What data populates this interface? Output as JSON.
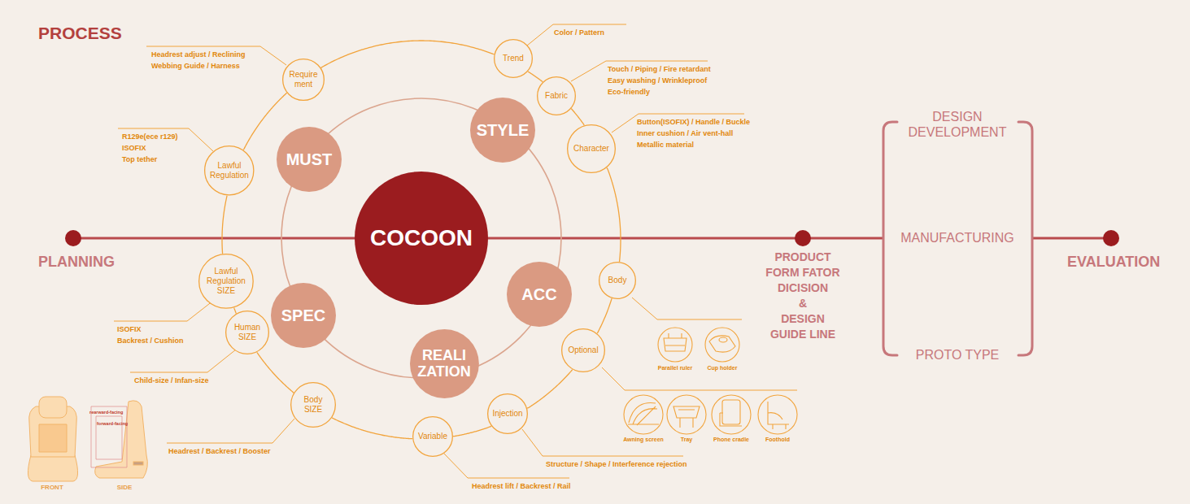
{
  "diagram": {
    "title": "PROCESS",
    "nodes": [
      {
        "text": [
          "Require ment"
        ]
      },
      {
        "text": [
          "Trend"
        ]
      },
      {
        "text": [
          "Fabric"
        ]
      },
      {
        "text": [
          "Character"
        ]
      },
      {
        "text": [
          "Lawful Regulation"
        ]
      },
      {
        "text": [
          "MUST"
        ]
      },
      {
        "text": [
          "STYLE"
        ]
      },
      {
        "text": [
          "COCOON"
        ]
      },
      {
        "text": [
          "ACC"
        ]
      },
      {
        "text": [
          "SPEC"
        ]
      },
      {
        "text": [
          "Lawful Regulation SIZE"
        ]
      },
      {
        "text": [
          "Body"
        ]
      },
      {
        "text": [
          "Human SIZE"
        ]
      },
      {
        "text": [
          "REALI ZATION"
        ]
      },
      {
        "text": [
          "Optional"
        ]
      },
      {
        "text": [
          "Body SIZE"
        ]
      },
      {
        "text": [
          "Injection"
        ]
      },
      {
        "text": [
          "Variable"
        ]
      }
    ],
    "edges": [
      {
        "from": 0,
        "to": 1,
        "arrow": "none"
      },
      {
        "from": 1,
        "to": 2,
        "arrow": "none"
      },
      {
        "from": 2,
        "to": 3,
        "arrow": "none"
      },
      {
        "from": 3,
        "to": 11,
        "arrow": "none"
      },
      {
        "from": 11,
        "to": 14,
        "arrow": "none"
      },
      {
        "from": 14,
        "to": 16,
        "arrow": "none"
      },
      {
        "from": 16,
        "to": 17,
        "arrow": "none"
      },
      {
        "from": 17,
        "to": 15,
        "arrow": "none"
      },
      {
        "from": 15,
        "to": 12,
        "arrow": "none"
      },
      {
        "from": 12,
        "to": 10,
        "arrow": "none"
      },
      {
        "from": 10,
        "to": 4,
        "arrow": "none"
      },
      {
        "from": 4,
        "to": 0,
        "arrow": "none"
      }
    ],
    "labels": [
      "Headrest adjust / Reclining Webbing Guide / Harness",
      "Color / Pattern",
      "Touch / Piping / Fire retardant Easy washing / Wrinkleproof Eco-friendly",
      "Button(ISOFIX) / Handle / Buckle Inner cushion / Air vent-hall Metallic material",
      "R129e(ece r129) ISOFIX Top tether",
      "DESIGN DEVELOPMENT",
      "PLANNING",
      "PRODUCT FORM FATOR DICISION & DESIGN GUIDE LINE",
      "MANUFACTURING",
      "EVALUATION",
      "ISOFIX Backrest / Cushion",
      "Parallel ruler",
      "Cup holder",
      "Child-size / Infan-size",
      "PROTO TYPE",
      "Awning screen",
      "Tray",
      "Phone cradle",
      "Foothold",
      "Headrest / Backrest / Booster",
      "Structure / Shape / Interference rejection",
      "Headrest lift / Backrest / Rail",
      "rearward-facing",
      "forward-facing",
      "FRONT",
      "SIDE"
    ]
  }
}
